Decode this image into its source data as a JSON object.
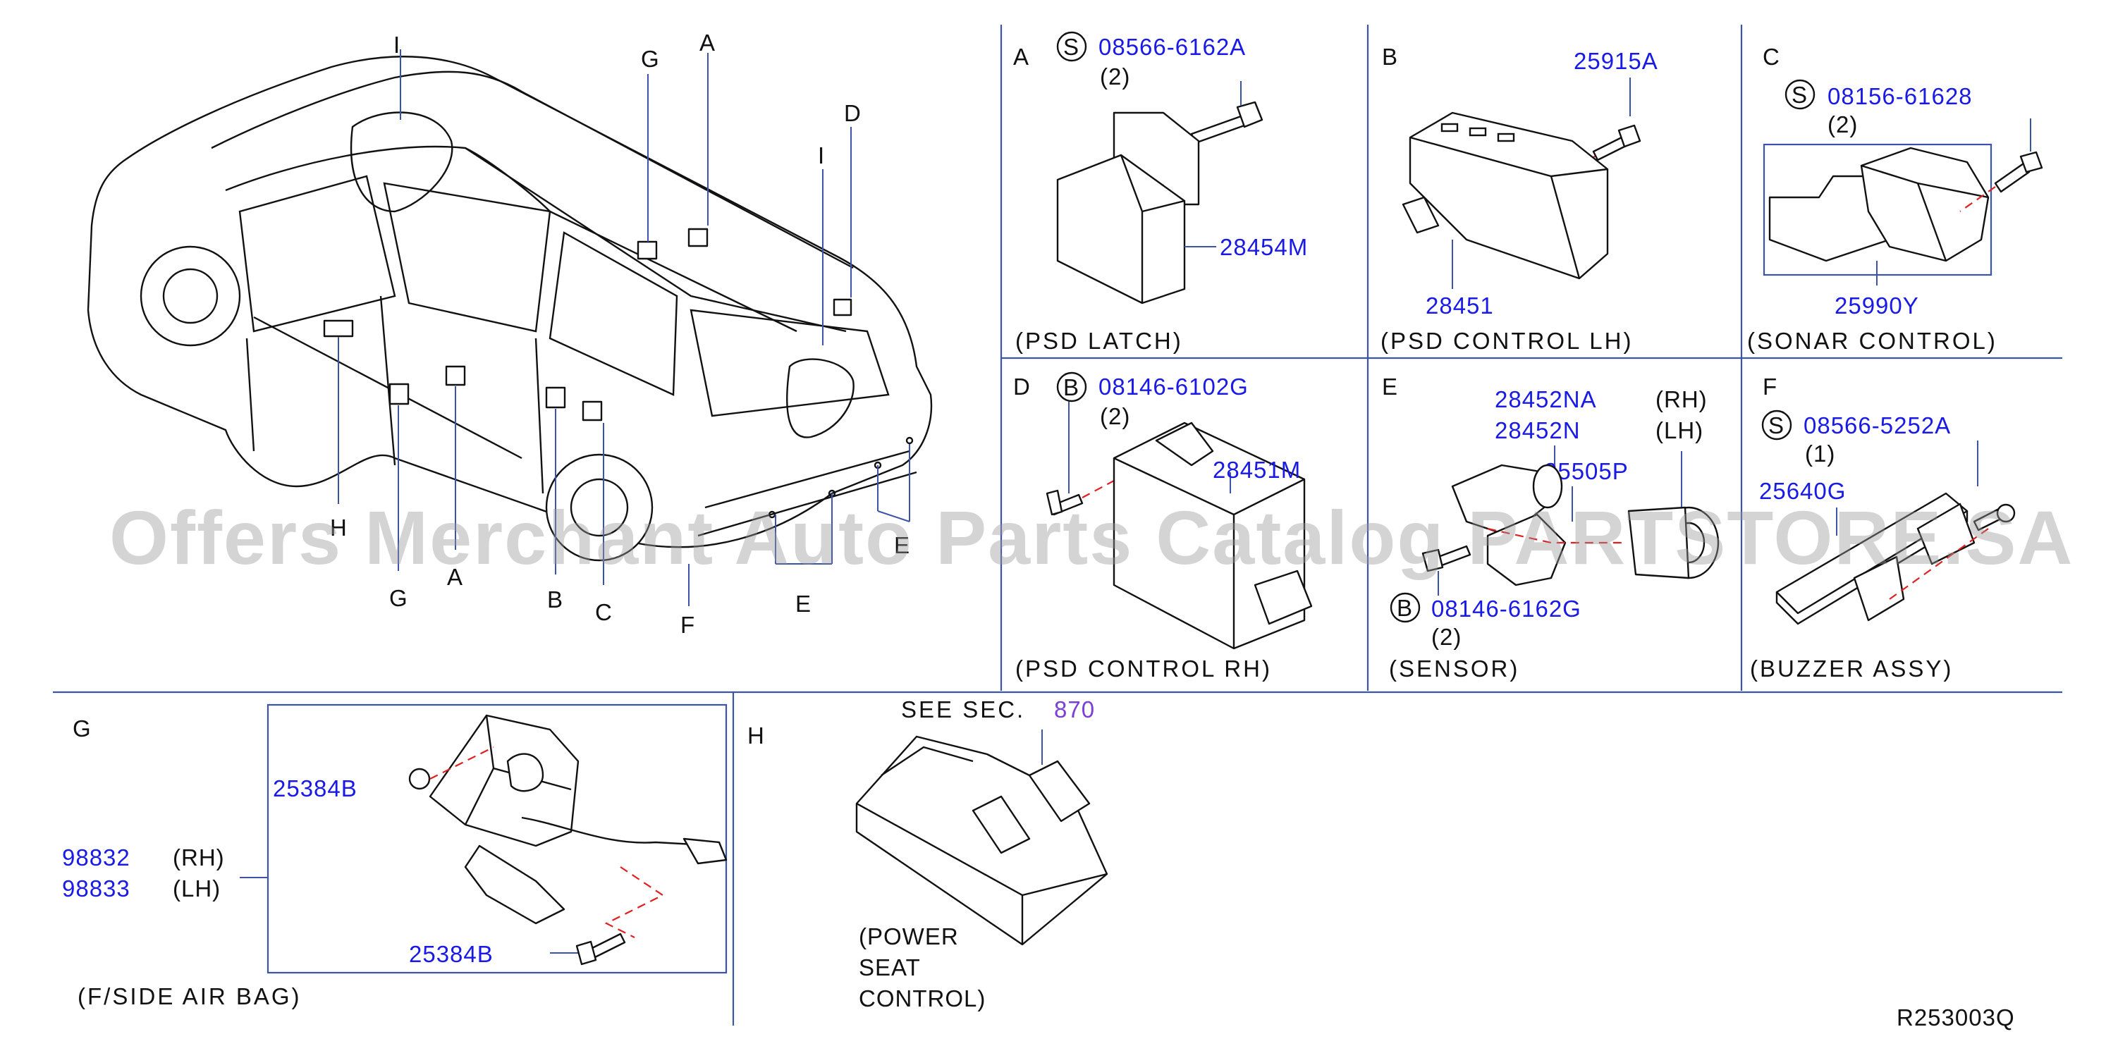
{
  "watermark": "Offers Merchant Auto Parts Catalog PARTSTORE.SA",
  "diagram_code": "R253003Q",
  "vehicle_callouts": {
    "top": [
      "I",
      "G",
      "A",
      "D",
      "I"
    ],
    "bottom": [
      "H",
      "G",
      "A",
      "B",
      "C",
      "F",
      "E",
      "E"
    ]
  },
  "panels": {
    "A": {
      "letter": "A",
      "s_mark": "S",
      "bolt": "08566-6162A",
      "qty": "(2)",
      "part": "28454M",
      "caption": "(PSD LATCH)"
    },
    "B": {
      "letter": "B",
      "screw": "25915A",
      "part": "28451",
      "caption": "(PSD CONTROL LH)"
    },
    "C": {
      "letter": "C",
      "s_mark": "S",
      "bolt": "08156-61628",
      "qty": "(2)",
      "part": "25990Y",
      "caption": "(SONAR CONTROL)"
    },
    "D": {
      "letter": "D",
      "b_mark": "B",
      "bolt": "08146-6102G",
      "qty": "(2)",
      "part": "28451M",
      "caption": "(PSD CONTROL RH)"
    },
    "E": {
      "letter": "E",
      "part_rh": "28452NA",
      "rh": "(RH)",
      "part_lh": "28452N",
      "lh": "(LH)",
      "part2": "25505P",
      "b_mark": "B",
      "bolt": "08146-6162G",
      "qty": "(2)",
      "caption": "(SENSOR)"
    },
    "F": {
      "letter": "F",
      "s_mark": "S",
      "bolt": "08566-5252A",
      "qty": "(1)",
      "part": "25640G",
      "caption": "(BUZZER ASSY)"
    },
    "G": {
      "letter": "G",
      "bracket_upper": "25384B",
      "bracket_lower": "25384B",
      "part_rh": "98832",
      "rh": "(RH)",
      "part_lh": "98833",
      "lh": "(LH)",
      "caption": "(F/SIDE AIR BAG)"
    },
    "H": {
      "letter": "H",
      "see_sec": "SEE SEC.",
      "sec_num": "870",
      "caption": [
        "(POWER",
        "SEAT",
        "CONTROL)"
      ]
    }
  },
  "colors": {
    "part_number": "#1a1ae6",
    "frame": "#3b53a8",
    "dash": "#e02020",
    "section_ref": "#7a3fd6"
  }
}
